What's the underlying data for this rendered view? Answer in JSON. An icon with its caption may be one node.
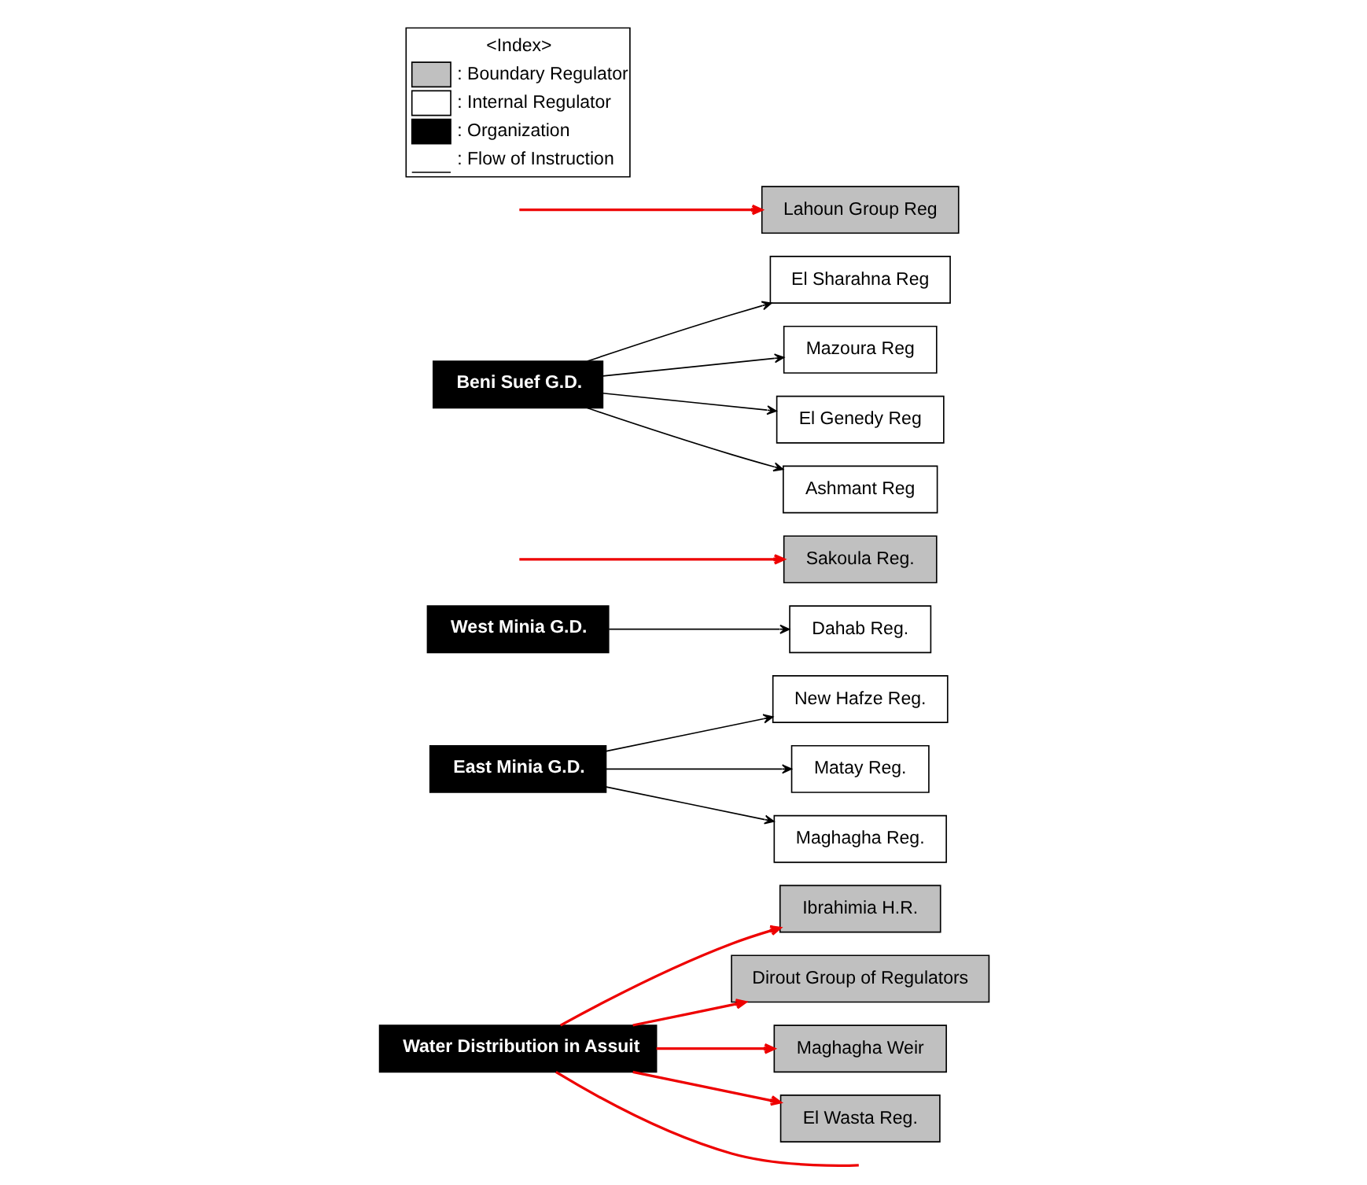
{
  "diagram": {
    "nodes": [
      {
        "text": [
          "Water Distribution in Assuit"
        ]
      },
      {
        "text": [
          "Ibrahimia H.R."
        ]
      },
      {
        "text": [
          "Dirout Group of Regulators"
        ]
      },
      {
        "text": [
          "New Hafze Reg."
        ]
      },
      {
        "text": [
          "East Minia G.D."
        ]
      },
      {
        "text": [
          "Matay Reg."
        ]
      },
      {
        "text": [
          "West Minia G.D."
        ]
      },
      {
        "text": [
          "Dahab Reg."
        ]
      },
      {
        "text": [
          "Maghagha Reg."
        ]
      },
      {
        "text": [
          "Maghagha Weir"
        ]
      },
      {
        "text": [
          "Sakoula Reg."
        ]
      },
      {
        "text": [
          "El Sharahna Reg"
        ]
      },
      {
        "text": [
          "Beni Suef G.D."
        ]
      },
      {
        "text": [
          "Mazoura Reg"
        ]
      },
      {
        "text": [
          "El Genedy Reg"
        ]
      },
      {
        "text": [
          "Ashmant Reg"
        ]
      },
      {
        "text": [
          "El Wasta Reg."
        ]
      },
      {
        "text": [
          "Lahoun Group Reg"
        ]
      }
    ],
    "edges": [
      {
        "from": 0,
        "to": 1,
        "arrow": "to",
        "color": "#ee0000"
      },
      {
        "from": 0,
        "to": null,
        "arrow": "none",
        "color": "#ee0000"
      },
      {
        "from": 0,
        "to": 2,
        "arrow": "to",
        "color": "#ee0000"
      },
      {
        "from": 4,
        "to": 3,
        "arrow": "to"
      },
      {
        "from": 4,
        "to": 5,
        "arrow": "to"
      },
      {
        "from": 4,
        "to": 8,
        "arrow": "to"
      },
      {
        "from": 6,
        "to": 7,
        "arrow": "to"
      },
      {
        "from": 0,
        "to": 9,
        "arrow": "to",
        "color": "#ee0000"
      },
      {
        "from": null,
        "to": 10,
        "arrow": "to",
        "color": "#ee0000"
      },
      {
        "from": 12,
        "to": 11,
        "arrow": "to"
      },
      {
        "from": 12,
        "to": 14,
        "arrow": "to"
      },
      {
        "from": 12,
        "to": 15,
        "arrow": "to"
      },
      {
        "from": 12,
        "to": 13,
        "arrow": "to"
      },
      {
        "from": 0,
        "to": 16,
        "arrow": "to",
        "color": "#ee0000"
      },
      {
        "from": null,
        "to": 17,
        "arrow": "to",
        "color": "#ee0000"
      }
    ],
    "labels": [
      "<Index>"
    ],
    "legend": [
      {
        "text": ": Boundary Regulator",
        "color": "#c0c0c0"
      },
      {
        "text": ": Internal Regulator",
        "color": "#ffffff"
      },
      {
        "text": ": Organization",
        "color": "#000000"
      },
      {
        "text": ": Flow of Instruction"
      }
    ]
  }
}
